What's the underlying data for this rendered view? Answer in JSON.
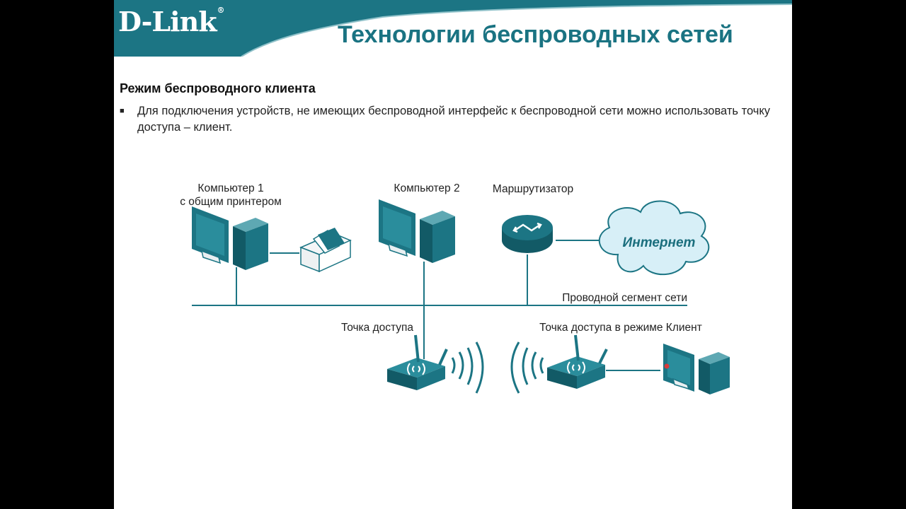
{
  "header": {
    "logo_text": "D-Link",
    "logo_mark": "®",
    "title": "Технологии беспроводных сетей"
  },
  "content": {
    "heading": "Режим беспроводного клиента",
    "bullet_mark": "■",
    "bullet_text": "Для подключения устройств, не имеющих беспроводной интерфейс к беспроводной сети можно использовать точку доступа – клиент."
  },
  "diagram": {
    "computer1_line1": "Компьютер 1",
    "computer1_line2": "с общим принтером",
    "computer2": "Компьютер 2",
    "router": "Маршрутизатор",
    "internet": "Интернет",
    "wired_segment": "Проводной сегмент сети",
    "access_point": "Точка доступа",
    "client_ap": "Точка доступа в режиме Клиент"
  },
  "colors": {
    "teal": "#1c7584",
    "teal_dark": "#125a66",
    "cloud_fill": "#d7eff7",
    "title": "#1a7382"
  }
}
